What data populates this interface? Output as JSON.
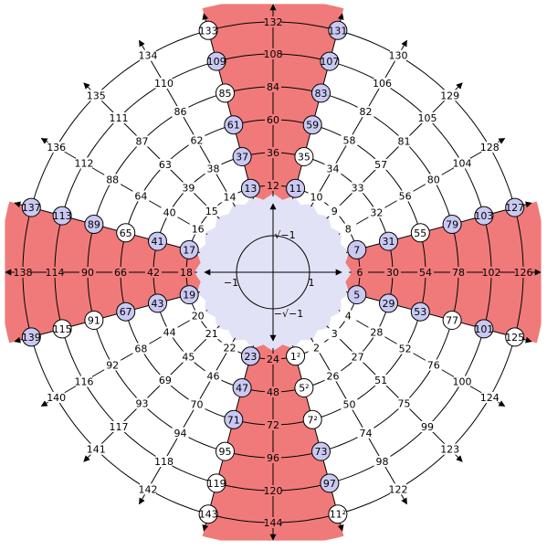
{
  "diagram": {
    "colors": {
      "band_fill": "#f07a7a",
      "center_fill": "#e2e2f7",
      "circle_fill_blue": "#c9c9f2",
      "circle_fill_white": "#ffffff",
      "line": "#000000"
    },
    "spokes": 24,
    "rings": 6,
    "band_spokes": [
      0,
      5,
      6,
      11,
      12,
      17,
      18,
      23
    ],
    "center_labels": {
      "one": "1",
      "minus_one": "−1",
      "sqrt_minus_one": "√−1",
      "minus_sqrt_minus_one": "−√−1"
    },
    "nodes": [
      {
        "ring": 0,
        "spoke": 0,
        "label": "6",
        "style": "plain"
      },
      {
        "ring": 0,
        "spoke": 1,
        "label": "7",
        "style": "blue"
      },
      {
        "ring": 0,
        "spoke": 2,
        "label": "8",
        "style": "plain"
      },
      {
        "ring": 0,
        "spoke": 3,
        "label": "9",
        "style": "plain"
      },
      {
        "ring": 0,
        "spoke": 4,
        "label": "10",
        "style": "plain"
      },
      {
        "ring": 0,
        "spoke": 5,
        "label": "11",
        "style": "blue"
      },
      {
        "ring": 0,
        "spoke": 6,
        "label": "12",
        "style": "plain"
      },
      {
        "ring": 0,
        "spoke": 7,
        "label": "13",
        "style": "blue"
      },
      {
        "ring": 0,
        "spoke": 8,
        "label": "14",
        "style": "plain"
      },
      {
        "ring": 0,
        "spoke": 9,
        "label": "15",
        "style": "plain"
      },
      {
        "ring": 0,
        "spoke": 10,
        "label": "16",
        "style": "plain"
      },
      {
        "ring": 0,
        "spoke": 11,
        "label": "17",
        "style": "blue"
      },
      {
        "ring": 0,
        "spoke": 12,
        "label": "18",
        "style": "plain"
      },
      {
        "ring": 0,
        "spoke": 13,
        "label": "19",
        "style": "blue"
      },
      {
        "ring": 0,
        "spoke": 14,
        "label": "20",
        "style": "plain"
      },
      {
        "ring": 0,
        "spoke": 15,
        "label": "21",
        "style": "plain"
      },
      {
        "ring": 0,
        "spoke": 16,
        "label": "22",
        "style": "plain"
      },
      {
        "ring": 0,
        "spoke": 17,
        "label": "23",
        "style": "blue"
      },
      {
        "ring": 0,
        "spoke": 18,
        "label": "24",
        "style": "plain"
      },
      {
        "ring": 0,
        "spoke": 19,
        "label": "1²",
        "style": "white"
      },
      {
        "ring": 0,
        "spoke": 20,
        "label": "2",
        "style": "plain"
      },
      {
        "ring": 0,
        "spoke": 21,
        "label": "3",
        "style": "plain"
      },
      {
        "ring": 0,
        "spoke": 22,
        "label": "4",
        "style": "plain"
      },
      {
        "ring": 0,
        "spoke": 23,
        "label": "5",
        "style": "blue"
      },
      {
        "ring": 1,
        "spoke": 0,
        "label": "30",
        "style": "plain"
      },
      {
        "ring": 1,
        "spoke": 1,
        "label": "31",
        "style": "blue"
      },
      {
        "ring": 1,
        "spoke": 2,
        "label": "32",
        "style": "plain"
      },
      {
        "ring": 1,
        "spoke": 3,
        "label": "33",
        "style": "plain"
      },
      {
        "ring": 1,
        "spoke": 4,
        "label": "34",
        "style": "plain"
      },
      {
        "ring": 1,
        "spoke": 5,
        "label": "35",
        "style": "white"
      },
      {
        "ring": 1,
        "spoke": 6,
        "label": "36",
        "style": "plain"
      },
      {
        "ring": 1,
        "spoke": 7,
        "label": "37",
        "style": "blue"
      },
      {
        "ring": 1,
        "spoke": 8,
        "label": "38",
        "style": "plain"
      },
      {
        "ring": 1,
        "spoke": 9,
        "label": "39",
        "style": "plain"
      },
      {
        "ring": 1,
        "spoke": 10,
        "label": "40",
        "style": "plain"
      },
      {
        "ring": 1,
        "spoke": 11,
        "label": "41",
        "style": "blue"
      },
      {
        "ring": 1,
        "spoke": 12,
        "label": "42",
        "style": "plain"
      },
      {
        "ring": 1,
        "spoke": 13,
        "label": "43",
        "style": "blue"
      },
      {
        "ring": 1,
        "spoke": 14,
        "label": "44",
        "style": "plain"
      },
      {
        "ring": 1,
        "spoke": 15,
        "label": "45",
        "style": "plain"
      },
      {
        "ring": 1,
        "spoke": 16,
        "label": "46",
        "style": "plain"
      },
      {
        "ring": 1,
        "spoke": 17,
        "label": "47",
        "style": "blue"
      },
      {
        "ring": 1,
        "spoke": 18,
        "label": "48",
        "style": "plain"
      },
      {
        "ring": 1,
        "spoke": 19,
        "label": "5²",
        "style": "white"
      },
      {
        "ring": 1,
        "spoke": 20,
        "label": "26",
        "style": "plain"
      },
      {
        "ring": 1,
        "spoke": 21,
        "label": "27",
        "style": "plain"
      },
      {
        "ring": 1,
        "spoke": 22,
        "label": "28",
        "style": "plain"
      },
      {
        "ring": 1,
        "spoke": 23,
        "label": "29",
        "style": "blue"
      },
      {
        "ring": 2,
        "spoke": 0,
        "label": "54",
        "style": "plain"
      },
      {
        "ring": 2,
        "spoke": 1,
        "label": "55",
        "style": "white"
      },
      {
        "ring": 2,
        "spoke": 2,
        "label": "56",
        "style": "plain"
      },
      {
        "ring": 2,
        "spoke": 3,
        "label": "57",
        "style": "plain"
      },
      {
        "ring": 2,
        "spoke": 4,
        "label": "58",
        "style": "plain"
      },
      {
        "ring": 2,
        "spoke": 5,
        "label": "59",
        "style": "blue"
      },
      {
        "ring": 2,
        "spoke": 6,
        "label": "60",
        "style": "plain"
      },
      {
        "ring": 2,
        "spoke": 7,
        "label": "61",
        "style": "blue"
      },
      {
        "ring": 2,
        "spoke": 8,
        "label": "62",
        "style": "plain"
      },
      {
        "ring": 2,
        "spoke": 9,
        "label": "63",
        "style": "plain"
      },
      {
        "ring": 2,
        "spoke": 10,
        "label": "64",
        "style": "plain"
      },
      {
        "ring": 2,
        "spoke": 11,
        "label": "65",
        "style": "white"
      },
      {
        "ring": 2,
        "spoke": 12,
        "label": "66",
        "style": "plain"
      },
      {
        "ring": 2,
        "spoke": 13,
        "label": "67",
        "style": "blue"
      },
      {
        "ring": 2,
        "spoke": 14,
        "label": "68",
        "style": "plain"
      },
      {
        "ring": 2,
        "spoke": 15,
        "label": "69",
        "style": "plain"
      },
      {
        "ring": 2,
        "spoke": 16,
        "label": "70",
        "style": "plain"
      },
      {
        "ring": 2,
        "spoke": 17,
        "label": "71",
        "style": "blue"
      },
      {
        "ring": 2,
        "spoke": 18,
        "label": "72",
        "style": "plain"
      },
      {
        "ring": 2,
        "spoke": 19,
        "label": "7²",
        "style": "white"
      },
      {
        "ring": 2,
        "spoke": 20,
        "label": "50",
        "style": "plain"
      },
      {
        "ring": 2,
        "spoke": 21,
        "label": "51",
        "style": "plain"
      },
      {
        "ring": 2,
        "spoke": 22,
        "label": "52",
        "style": "plain"
      },
      {
        "ring": 2,
        "spoke": 23,
        "label": "53",
        "style": "blue"
      },
      {
        "ring": 3,
        "spoke": 0,
        "label": "78",
        "style": "plain"
      },
      {
        "ring": 3,
        "spoke": 1,
        "label": "79",
        "style": "blue"
      },
      {
        "ring": 3,
        "spoke": 2,
        "label": "80",
        "style": "plain"
      },
      {
        "ring": 3,
        "spoke": 3,
        "label": "81",
        "style": "plain"
      },
      {
        "ring": 3,
        "spoke": 4,
        "label": "82",
        "style": "plain"
      },
      {
        "ring": 3,
        "spoke": 5,
        "label": "83",
        "style": "blue"
      },
      {
        "ring": 3,
        "spoke": 6,
        "label": "84",
        "style": "plain"
      },
      {
        "ring": 3,
        "spoke": 7,
        "label": "85",
        "style": "white"
      },
      {
        "ring": 3,
        "spoke": 8,
        "label": "86",
        "style": "plain"
      },
      {
        "ring": 3,
        "spoke": 9,
        "label": "87",
        "style": "plain"
      },
      {
        "ring": 3,
        "spoke": 10,
        "label": "88",
        "style": "plain"
      },
      {
        "ring": 3,
        "spoke": 11,
        "label": "89",
        "style": "blue"
      },
      {
        "ring": 3,
        "spoke": 12,
        "label": "90",
        "style": "plain"
      },
      {
        "ring": 3,
        "spoke": 13,
        "label": "91",
        "style": "white"
      },
      {
        "ring": 3,
        "spoke": 14,
        "label": "92",
        "style": "plain"
      },
      {
        "ring": 3,
        "spoke": 15,
        "label": "93",
        "style": "plain"
      },
      {
        "ring": 3,
        "spoke": 16,
        "label": "94",
        "style": "plain"
      },
      {
        "ring": 3,
        "spoke": 17,
        "label": "95",
        "style": "white"
      },
      {
        "ring": 3,
        "spoke": 18,
        "label": "96",
        "style": "plain"
      },
      {
        "ring": 3,
        "spoke": 19,
        "label": "73",
        "style": "blue"
      },
      {
        "ring": 3,
        "spoke": 20,
        "label": "74",
        "style": "plain"
      },
      {
        "ring": 3,
        "spoke": 21,
        "label": "75",
        "style": "plain"
      },
      {
        "ring": 3,
        "spoke": 22,
        "label": "76",
        "style": "plain"
      },
      {
        "ring": 3,
        "spoke": 23,
        "label": "77",
        "style": "white"
      },
      {
        "ring": 4,
        "spoke": 0,
        "label": "102",
        "style": "plain"
      },
      {
        "ring": 4,
        "spoke": 1,
        "label": "103",
        "style": "blue"
      },
      {
        "ring": 4,
        "spoke": 2,
        "label": "104",
        "style": "plain"
      },
      {
        "ring": 4,
        "spoke": 3,
        "label": "105",
        "style": "plain"
      },
      {
        "ring": 4,
        "spoke": 4,
        "label": "106",
        "style": "plain"
      },
      {
        "ring": 4,
        "spoke": 5,
        "label": "107",
        "style": "blue"
      },
      {
        "ring": 4,
        "spoke": 6,
        "label": "108",
        "style": "plain"
      },
      {
        "ring": 4,
        "spoke": 7,
        "label": "109",
        "style": "blue"
      },
      {
        "ring": 4,
        "spoke": 8,
        "label": "110",
        "style": "plain"
      },
      {
        "ring": 4,
        "spoke": 9,
        "label": "111",
        "style": "plain"
      },
      {
        "ring": 4,
        "spoke": 10,
        "label": "112",
        "style": "plain"
      },
      {
        "ring": 4,
        "spoke": 11,
        "label": "113",
        "style": "blue"
      },
      {
        "ring": 4,
        "spoke": 12,
        "label": "114",
        "style": "plain"
      },
      {
        "ring": 4,
        "spoke": 13,
        "label": "115",
        "style": "white"
      },
      {
        "ring": 4,
        "spoke": 14,
        "label": "116",
        "style": "plain"
      },
      {
        "ring": 4,
        "spoke": 15,
        "label": "117",
        "style": "plain"
      },
      {
        "ring": 4,
        "spoke": 16,
        "label": "118",
        "style": "plain"
      },
      {
        "ring": 4,
        "spoke": 17,
        "label": "119",
        "style": "white"
      },
      {
        "ring": 4,
        "spoke": 18,
        "label": "120",
        "style": "plain"
      },
      {
        "ring": 4,
        "spoke": 19,
        "label": "97",
        "style": "blue"
      },
      {
        "ring": 4,
        "spoke": 20,
        "label": "98",
        "style": "plain"
      },
      {
        "ring": 4,
        "spoke": 21,
        "label": "99",
        "style": "plain"
      },
      {
        "ring": 4,
        "spoke": 22,
        "label": "100",
        "style": "plain"
      },
      {
        "ring": 4,
        "spoke": 23,
        "label": "101",
        "style": "blue"
      },
      {
        "ring": 5,
        "spoke": 0,
        "label": "126",
        "style": "plain"
      },
      {
        "ring": 5,
        "spoke": 1,
        "label": "127",
        "style": "blue"
      },
      {
        "ring": 5,
        "spoke": 2,
        "label": "128",
        "style": "plain"
      },
      {
        "ring": 5,
        "spoke": 3,
        "label": "129",
        "style": "plain"
      },
      {
        "ring": 5,
        "spoke": 4,
        "label": "130",
        "style": "plain"
      },
      {
        "ring": 5,
        "spoke": 5,
        "label": "131",
        "style": "blue"
      },
      {
        "ring": 5,
        "spoke": 6,
        "label": "132",
        "style": "plain"
      },
      {
        "ring": 5,
        "spoke": 7,
        "label": "133",
        "style": "white"
      },
      {
        "ring": 5,
        "spoke": 8,
        "label": "134",
        "style": "plain"
      },
      {
        "ring": 5,
        "spoke": 9,
        "label": "135",
        "style": "plain"
      },
      {
        "ring": 5,
        "spoke": 10,
        "label": "136",
        "style": "plain"
      },
      {
        "ring": 5,
        "spoke": 11,
        "label": "137",
        "style": "blue"
      },
      {
        "ring": 5,
        "spoke": 12,
        "label": "138",
        "style": "plain"
      },
      {
        "ring": 5,
        "spoke": 13,
        "label": "139",
        "style": "blue"
      },
      {
        "ring": 5,
        "spoke": 14,
        "label": "140",
        "style": "plain"
      },
      {
        "ring": 5,
        "spoke": 15,
        "label": "141",
        "style": "plain"
      },
      {
        "ring": 5,
        "spoke": 16,
        "label": "142",
        "style": "plain"
      },
      {
        "ring": 5,
        "spoke": 17,
        "label": "143",
        "style": "white"
      },
      {
        "ring": 5,
        "spoke": 18,
        "label": "144",
        "style": "plain"
      },
      {
        "ring": 5,
        "spoke": 19,
        "label": "11²",
        "style": "white"
      },
      {
        "ring": 5,
        "spoke": 20,
        "label": "122",
        "style": "plain"
      },
      {
        "ring": 5,
        "spoke": 21,
        "label": "123",
        "style": "plain"
      },
      {
        "ring": 5,
        "spoke": 22,
        "label": "124",
        "style": "plain"
      },
      {
        "ring": 5,
        "spoke": 23,
        "label": "125",
        "style": "white"
      }
    ]
  }
}
